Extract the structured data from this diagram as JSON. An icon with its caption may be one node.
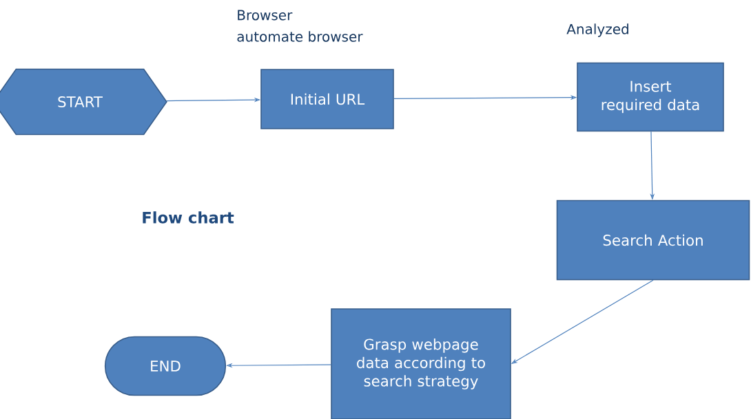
{
  "diagram": {
    "nodes": [
      {
        "text": [
          "START"
        ]
      },
      {
        "text": [
          "Initial URL"
        ]
      },
      {
        "text": [
          "Insert required data"
        ]
      },
      {
        "text": [
          "Search Action"
        ]
      },
      {
        "text": [
          "Grasp webpage data according to search strategy"
        ]
      },
      {
        "text": [
          "END"
        ]
      }
    ],
    "edges": [
      {
        "from": 0,
        "to": 1,
        "arrow": "to"
      },
      {
        "from": 1,
        "to": 2,
        "arrow": "to"
      },
      {
        "from": 2,
        "to": 3,
        "arrow": "to"
      },
      {
        "from": 3,
        "to": 4,
        "arrow": "to"
      },
      {
        "from": 4,
        "to": 5,
        "arrow": "to"
      }
    ],
    "labels": [
      "Browser",
      "automate browser",
      "Analyzed",
      "Flow chart"
    ]
  }
}
